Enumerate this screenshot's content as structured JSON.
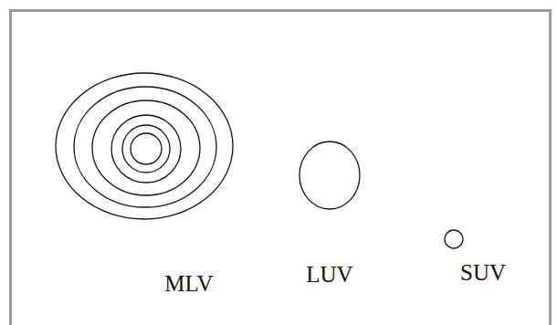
{
  "diagram": {
    "labels": [
      "MLV",
      "LUV",
      "SUV"
    ]
  }
}
